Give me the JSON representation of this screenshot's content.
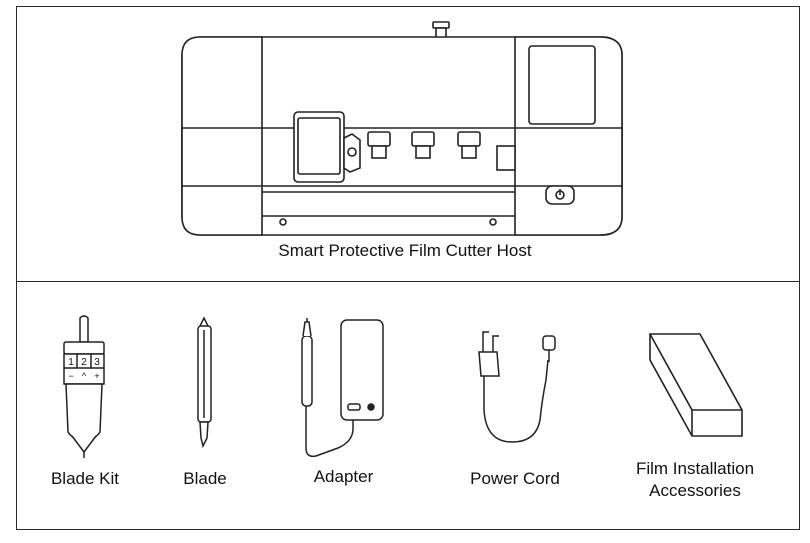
{
  "host": {
    "caption": "Smart Protective Film Cutter Host",
    "icon": "film-cutter-machine"
  },
  "accessories": [
    {
      "id": "blade-kit",
      "caption": "Blade Kit",
      "icon": "blade-kit-holder",
      "scale_numbers": [
        "1",
        "2",
        "3"
      ],
      "scale_signs": [
        "−",
        "^",
        "+"
      ]
    },
    {
      "id": "blade",
      "caption": "Blade",
      "icon": "blade"
    },
    {
      "id": "adapter",
      "caption": "Adapter",
      "icon": "power-adapter"
    },
    {
      "id": "power-cord",
      "caption": "Power Cord",
      "icon": "power-cord"
    },
    {
      "id": "film-accessories",
      "caption_line1": "Film Installation",
      "caption_line2": "Accessories",
      "icon": "accessories-box"
    }
  ]
}
